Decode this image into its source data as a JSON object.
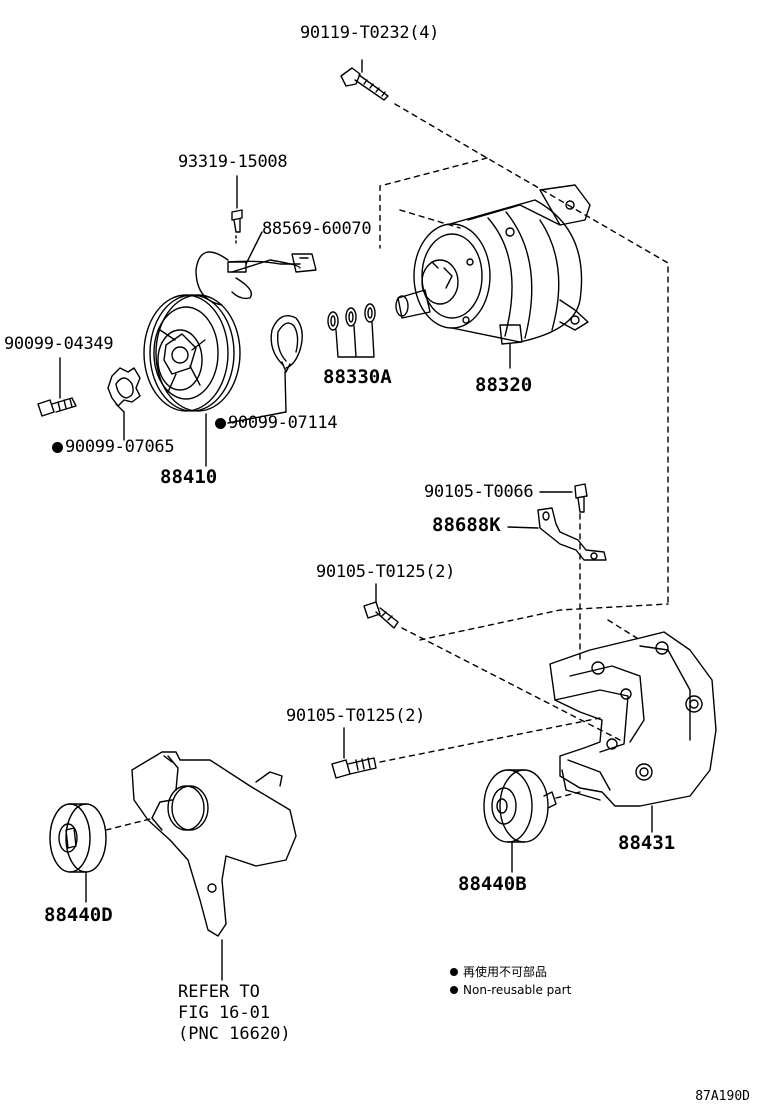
{
  "labels": {
    "bolt_top": "90119-T0232(4)",
    "screw_clutch": "93319-15008",
    "connector": "88569-60070",
    "bolt_clutch": "90099-04349",
    "shim_set": "88330A",
    "compressor": "88320",
    "snap_ring_inner": "90099-07065",
    "snap_ring_outer": "90099-07114",
    "clutch": "88410",
    "bolt_stay": "90105-T0066",
    "stay": "88688K",
    "bolt_bracket_upper": "90105-T0125(2)",
    "bolt_bracket_lower": "90105-T0125(2)",
    "bracket": "88431",
    "idler_b": "88440B",
    "idler_d": "88440D"
  },
  "refer": {
    "line1": "REFER TO",
    "line2": "FIG 16-01",
    "line3": "(PNC 16620)"
  },
  "legend": {
    "jp": "再使用不可部品",
    "en": "Non-reusable part"
  },
  "figure_code": "87A190D"
}
